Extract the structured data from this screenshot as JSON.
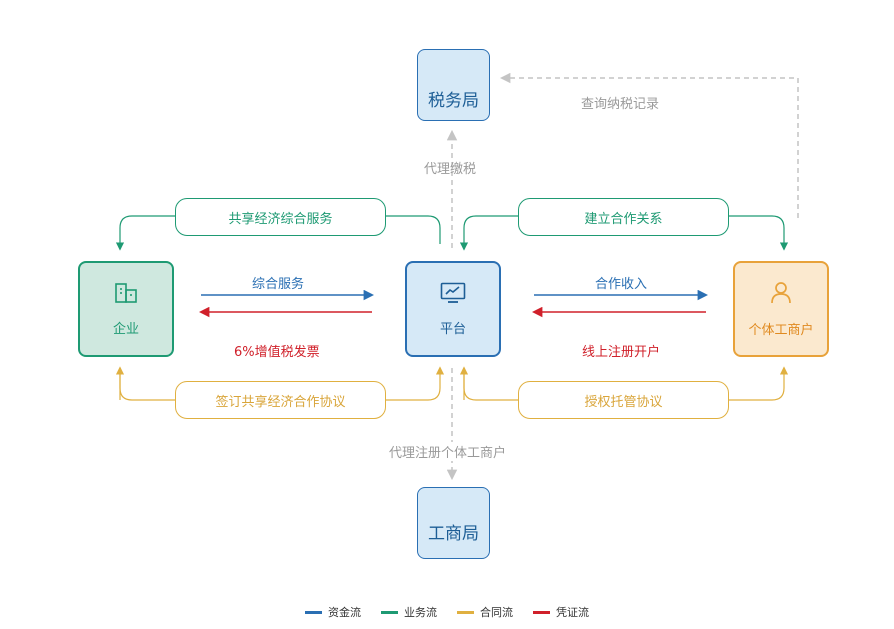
{
  "nodes": {
    "tax_bureau": "税务局",
    "business_bureau": "工商局",
    "enterprise": "企业",
    "platform": "平台",
    "individual": "个体工商户"
  },
  "flows": {
    "query_tax": "查询纳税记录",
    "agent_tax": "代理缴税",
    "shared_service": "共享经济综合服务",
    "build_cooperation": "建立合作关系",
    "comprehensive_service": "综合服务",
    "vat_invoice": "6%增值税发票",
    "cooperation_income": "合作收入",
    "online_register": "线上注册开户",
    "sign_agreement": "签订共享经济合作协议",
    "authorize_agreement": "授权托管协议",
    "agent_register": "代理注册个体工商户"
  },
  "legend": [
    {
      "label": "资金流",
      "color": "#2a6fb3"
    },
    {
      "label": "业务流",
      "color": "#1e9a73"
    },
    {
      "label": "合同流",
      "color": "#e0b040"
    },
    {
      "label": "凭证流",
      "color": "#d0202a"
    }
  ],
  "colors": {
    "fund": "#2a6fb3",
    "business": "#1e9a73",
    "contract": "#e0b040",
    "voucher": "#d0202a",
    "dashed": "#c4c4c4"
  }
}
